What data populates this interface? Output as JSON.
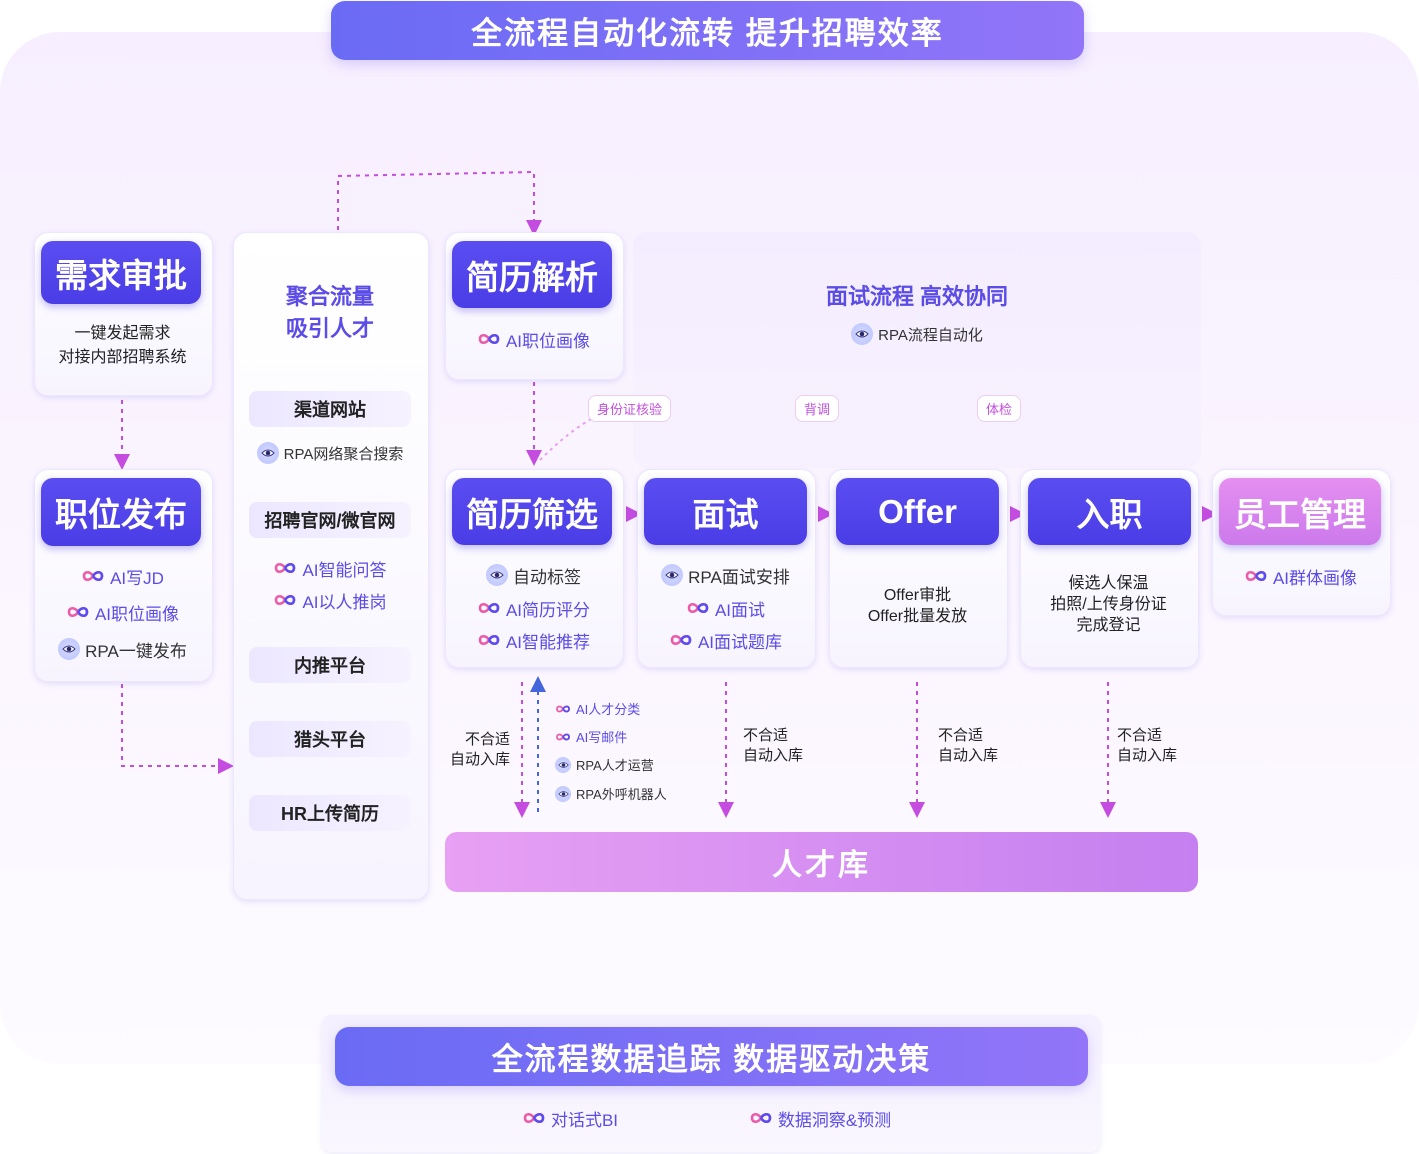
{
  "header": {
    "title": "全流程自动化流转 提升招聘效率"
  },
  "footer": {
    "title": "全流程数据追踪 数据驱动决策",
    "items": [
      "对话式BI",
      "数据洞察&预测"
    ]
  },
  "demand": {
    "title": "需求审批",
    "desc": [
      "一键发起需求",
      "对接内部招聘系统"
    ]
  },
  "post": {
    "title": "职位发布",
    "features": [
      "AI写JD",
      "AI职位画像",
      "RPA一键发布"
    ]
  },
  "traffic": {
    "heading": [
      "聚合流量",
      "吸引人才"
    ],
    "channels": [
      "渠道网站",
      "招聘官网/微官网",
      "内推平台",
      "猎头平台",
      "HR上传简历"
    ],
    "channel_features": {
      "rpa_search": "RPA网络聚合搜索",
      "ai_qa": "AI智能问答",
      "ai_person": "AI以人推岗"
    }
  },
  "parse": {
    "title": "简历解析",
    "feature": "AI职位画像"
  },
  "interview_flow": {
    "heading": "面试流程 高效协同",
    "feature": "RPA流程自动化"
  },
  "tags": [
    "身份证核验",
    "背调",
    "体检"
  ],
  "screen": {
    "title": "简历筛选",
    "features": [
      "自动标签",
      "AI简历评分",
      "AI智能推荐"
    ]
  },
  "interview": {
    "title": "面试",
    "features": [
      "RPA面试安排",
      "AI面试",
      "AI面试题库"
    ]
  },
  "offer": {
    "title": "Offer",
    "desc": [
      "Offer审批",
      "Offer批量发放"
    ]
  },
  "onboard": {
    "title": "入职",
    "desc": [
      "候选人保温",
      "拍照/上传身份证",
      "完成登记"
    ]
  },
  "staff": {
    "title": "员工管理",
    "feature": "AI群体画像"
  },
  "unfit": {
    "line1": "不合适",
    "line2": "自动入库"
  },
  "pool_features": [
    "AI人才分类",
    "AI写邮件",
    "RPA人才运营",
    "RPA外呼机器人"
  ],
  "talent_pool": {
    "title": "人才库"
  },
  "icons": {
    "ai": "infinity-icon",
    "rpa": "eye-icon"
  },
  "colors": {
    "primary": "#4a3de6",
    "banner": "#7b70f6",
    "accent_pink": "#cc79ec",
    "arrow": "#c44de0",
    "arrow_blue": "#4466dd"
  }
}
